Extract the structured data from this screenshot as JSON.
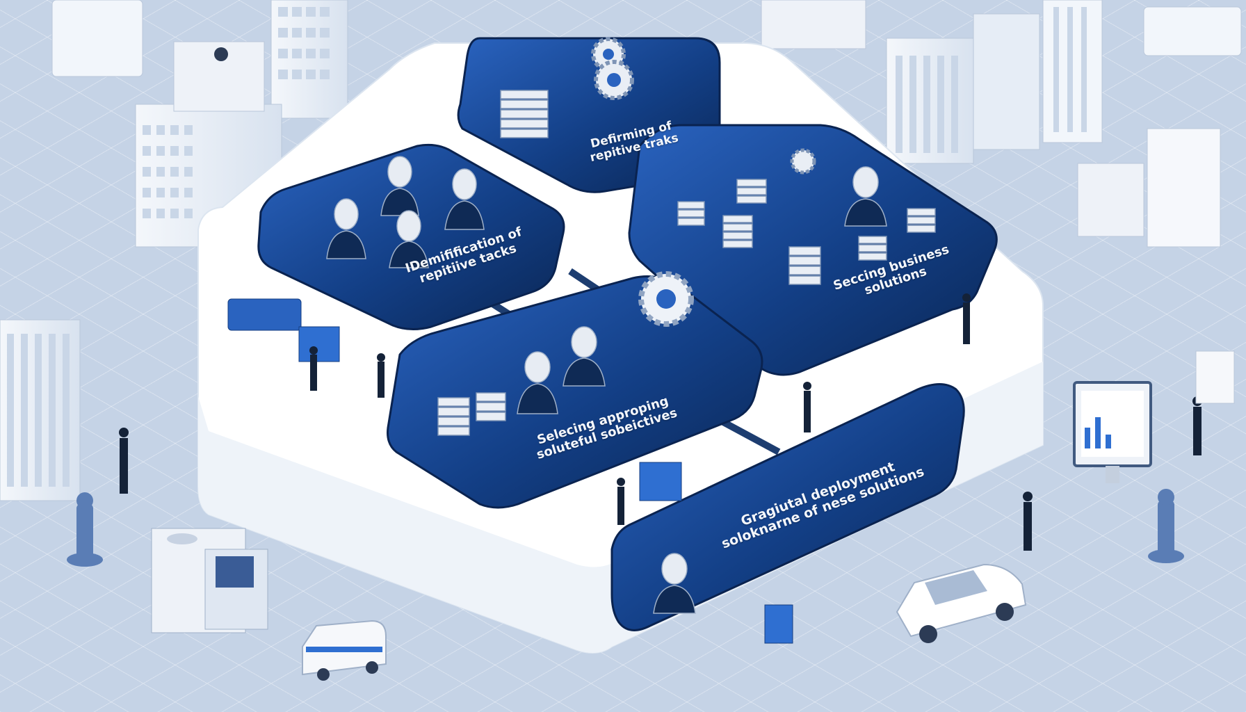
{
  "panels": [
    {
      "id": "defining",
      "line1": "Defirming of",
      "line2": "repitive traks"
    },
    {
      "id": "identification",
      "line1": "IDemifification of",
      "line2": "repitiive tacks"
    },
    {
      "id": "selecting-business",
      "line1": "Seccing business",
      "line2": "solutions"
    },
    {
      "id": "selecting-appropriate",
      "line1": "Selecing approping",
      "line2": "soluteful sobeictives"
    },
    {
      "id": "gradual-deployment",
      "line1": "Gragiutal deployment",
      "line2": "soloknarne of nese solutions"
    }
  ],
  "colors": {
    "panel_dark": "#0d2f66",
    "panel_mid": "#1a4d9c",
    "platform": "#ffffff",
    "background": "#c5d3e6",
    "accent": "#2f6fd1"
  },
  "icons": [
    "person-icon",
    "gear-icon",
    "server-stack-icon",
    "building-icon",
    "car-icon",
    "van-icon",
    "monitor-icon",
    "robot-arm-icon"
  ]
}
